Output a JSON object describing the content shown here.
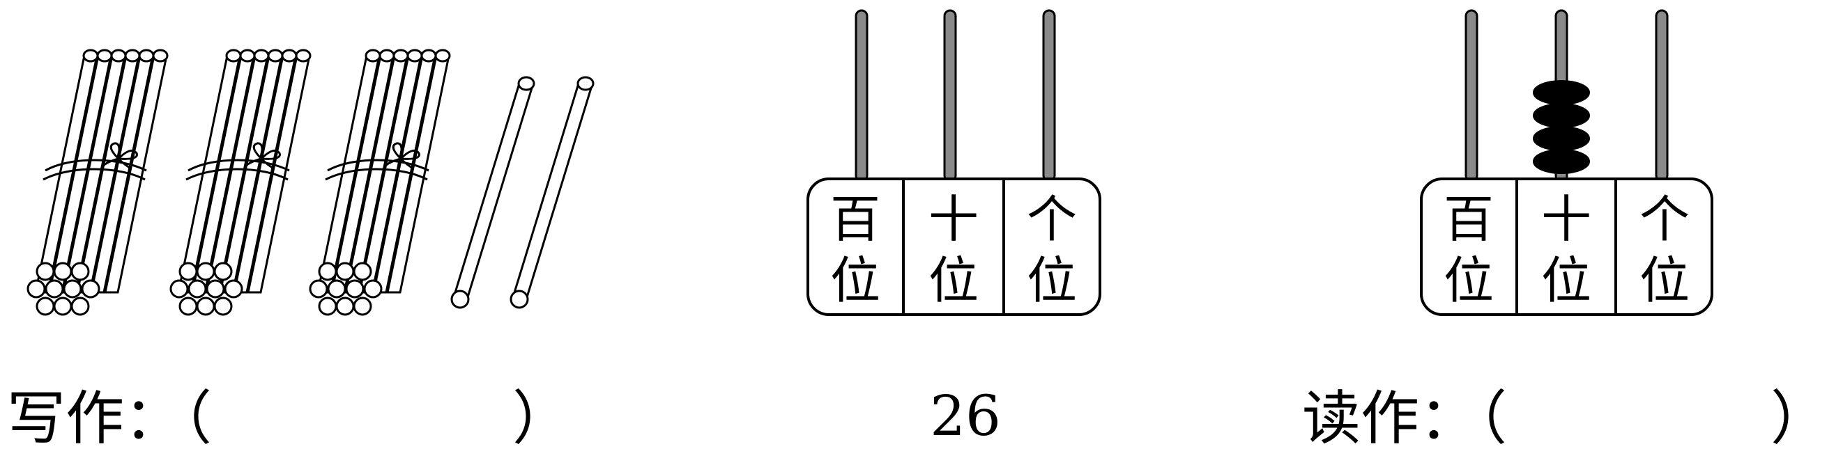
{
  "left_panel": {
    "bundles": [
      {
        "kind": "bundle-of-ten"
      },
      {
        "kind": "bundle-of-ten"
      },
      {
        "kind": "bundle-of-ten"
      }
    ],
    "single_sticks": 2,
    "prompt_label": "写作：（",
    "prompt_close": "）"
  },
  "middle_panel": {
    "columns": [
      {
        "label_top": "百",
        "label_bottom": "位",
        "beads": 0
      },
      {
        "label_top": "十",
        "label_bottom": "位",
        "beads": 0
      },
      {
        "label_top": "个",
        "label_bottom": "位",
        "beads": 0
      }
    ],
    "number": "26"
  },
  "right_panel": {
    "columns": [
      {
        "label_top": "百",
        "label_bottom": "位",
        "beads": 0
      },
      {
        "label_top": "十",
        "label_bottom": "位",
        "beads": 4
      },
      {
        "label_top": "个",
        "label_bottom": "位",
        "beads": 0
      }
    ],
    "prompt_label": "读作：（",
    "prompt_close": "）"
  },
  "colors": {
    "rod": "#8a8a8a",
    "bead": "#000000",
    "outline": "#000000"
  }
}
